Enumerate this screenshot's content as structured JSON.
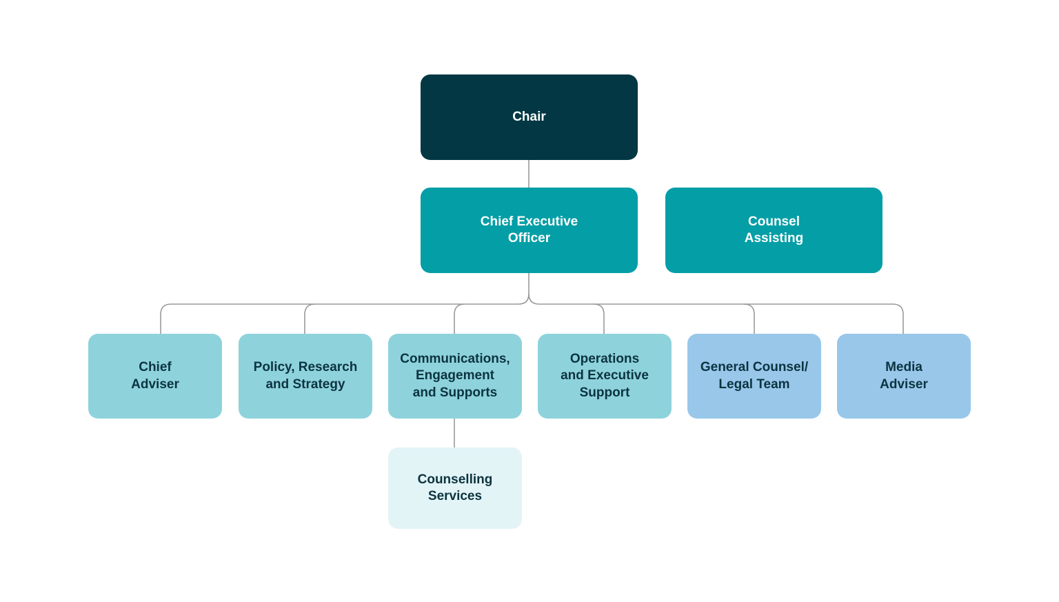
{
  "chart": {
    "chair": "Chair",
    "ceo": "Chief Executive\nOfficer",
    "counsel_assisting": "Counsel\nAssisting",
    "units": [
      "Chief\nAdviser",
      "Policy, Research\nand Strategy",
      "Communications,\nEngagement\nand Supports",
      "Operations\nand Executive\nSupport",
      "General Counsel/\nLegal Team",
      "Media\nAdviser"
    ],
    "sub_unit": "Counselling\nServices"
  },
  "colors": {
    "chair": "#023743",
    "executive": "#049ea6",
    "unit_teal": "#8ed3dc",
    "unit_blue": "#98c7ea",
    "sub_unit": "#e3f4f7",
    "dark_text": "#0c3340",
    "connector": "#9a9a9a"
  }
}
